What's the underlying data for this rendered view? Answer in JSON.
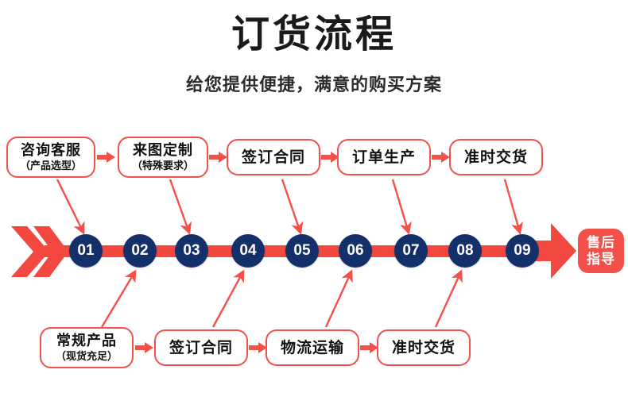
{
  "header": {
    "title": "订货流程",
    "subtitle": "给您提供便捷，满意的购买方案"
  },
  "colors": {
    "accent_red": "#F4504A",
    "bar_red": "#F2483F",
    "circle_navy": "#14306B",
    "text_dark": "#111111",
    "background": "#FFFFFF"
  },
  "top_steps": [
    {
      "main": "咨询客服",
      "sub": "（产品选型）"
    },
    {
      "main": "来图定制",
      "sub": "（特殊要求）"
    },
    {
      "main": "签订合同",
      "sub": ""
    },
    {
      "main": "订单生产",
      "sub": ""
    },
    {
      "main": "准时交货",
      "sub": ""
    }
  ],
  "bottom_steps": [
    {
      "main": "常规产品",
      "sub": "（现货充足）"
    },
    {
      "main": "签订合同",
      "sub": ""
    },
    {
      "main": "物流运输",
      "sub": ""
    },
    {
      "main": "准时交货",
      "sub": ""
    }
  ],
  "timeline": {
    "nodes": [
      "01",
      "02",
      "03",
      "04",
      "05",
      "06",
      "07",
      "08",
      "09"
    ],
    "end_badge_line1": "售后",
    "end_badge_line2": "指导"
  }
}
